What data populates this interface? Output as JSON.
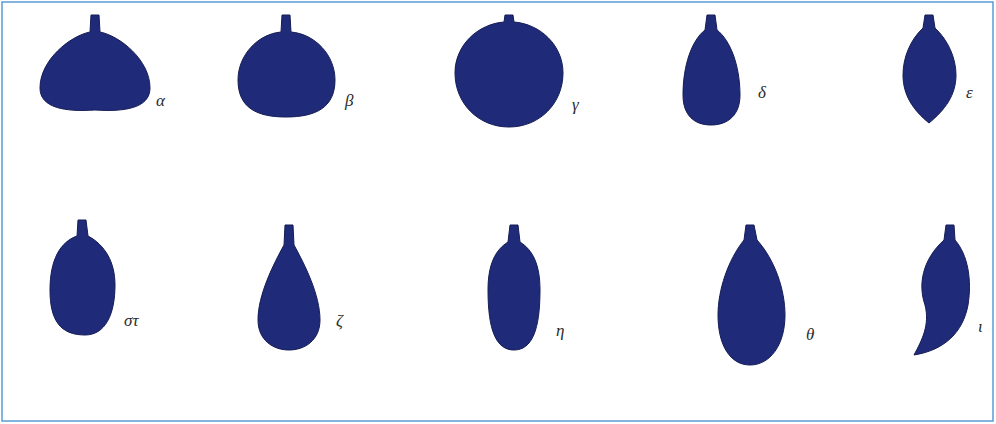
{
  "diagram": {
    "labels": [
      "α",
      "β",
      "γ",
      "δ",
      "ε",
      "στ",
      "ζ",
      "η",
      "θ",
      "ι"
    ]
  }
}
